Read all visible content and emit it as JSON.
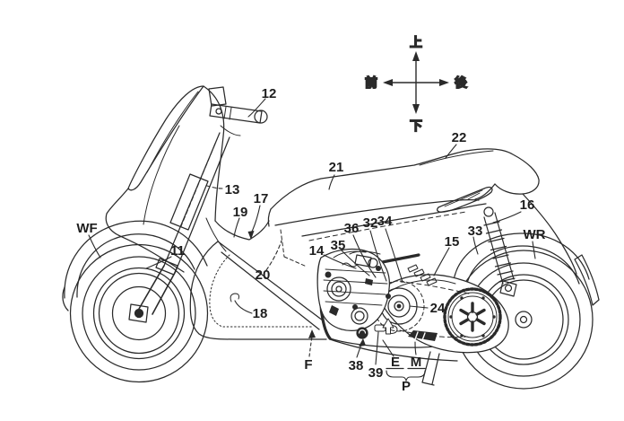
{
  "figure": {
    "kind": "patent line drawing",
    "subject": "scooter / motorcycle side view with numbered reference callouts",
    "background_color": "#ffffff",
    "line_color": "#2a2a2a"
  },
  "compass": {
    "up": "上",
    "front": "前",
    "rear": "後",
    "down": "下"
  },
  "labels": {
    "n11": "11",
    "n12": "12",
    "n13": "13",
    "n14": "14",
    "n15": "15",
    "n16": "16",
    "n17": "17",
    "n18": "18",
    "n19": "19",
    "n20": "20",
    "n21": "21",
    "n22": "22",
    "n24": "24",
    "n32": "32",
    "n33": "33",
    "n34": "34",
    "n35": "35",
    "n36": "36",
    "n38": "38",
    "n39": "39",
    "wf": "WF",
    "wr": "WR",
    "f": "F",
    "e": "E",
    "m": "M",
    "p": "P"
  }
}
